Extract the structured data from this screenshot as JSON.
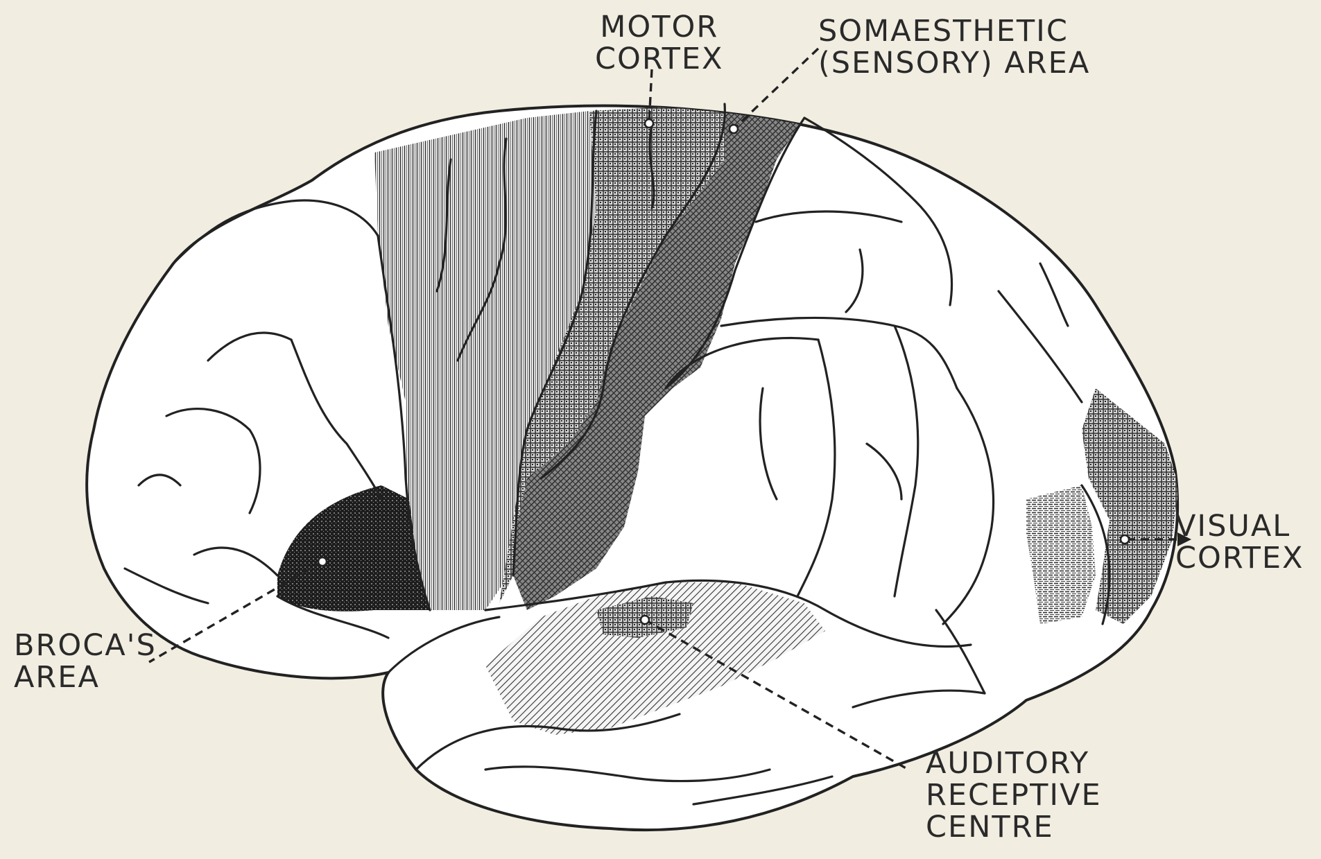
{
  "labels": {
    "motor": [
      "MOTOR",
      "CORTEX"
    ],
    "somaesthetic": [
      "SOMAESTHETIC",
      "(SENSORY) AREA"
    ],
    "visual": [
      "VISUAL",
      "CORTEX"
    ],
    "broca": [
      "BROCA'S",
      "AREA"
    ],
    "auditory": [
      "AUDITORY",
      "RECEPTIVE",
      "CENTRE"
    ]
  },
  "colors": {
    "paper": "#f1ede1",
    "ink": "#2a2a2a",
    "brain_fill": "#ffffff"
  }
}
